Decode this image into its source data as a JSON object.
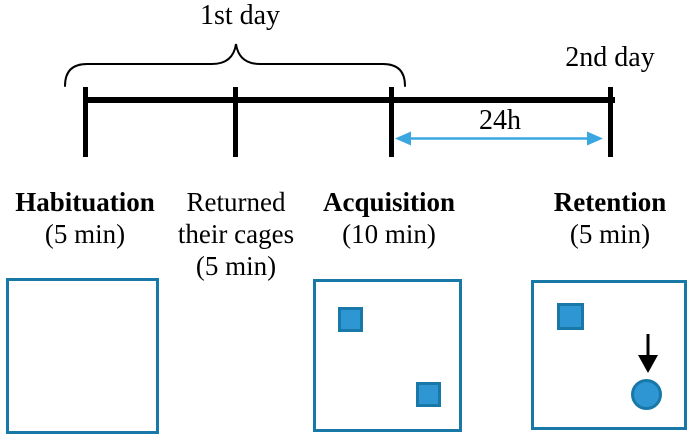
{
  "diagram": {
    "title_semantic": "novel-object-recognition-experiment-timeline",
    "day1_label": "1st day",
    "day2_label": "2nd day",
    "interval_label": "24h"
  },
  "phases": [
    {
      "name": "Habituation",
      "duration": "(5 min)",
      "bold": true
    },
    {
      "name": "Returned their cages",
      "duration": "(5 min)",
      "bold": false
    },
    {
      "name": "Acquisition",
      "duration": "(10 min)",
      "bold": true
    },
    {
      "name": "Retention",
      "duration": "(5 min)",
      "bold": true
    }
  ],
  "arenas": [
    {
      "name": "habituation-arena",
      "objects": []
    },
    {
      "name": "acquisition-arena",
      "objects": [
        "familiar-object-square",
        "familiar-object-square"
      ]
    },
    {
      "name": "retention-arena",
      "objects": [
        "familiar-object-square",
        "novel-object-circle"
      ],
      "pointer": "down-arrow-icon"
    }
  ],
  "colors": {
    "object_fill": "#2D96D3",
    "object_border": "#1878A8",
    "arena_border": "#1878A8",
    "interval_arrow_blue": "#3BA7E0",
    "line_black": "#000000"
  }
}
